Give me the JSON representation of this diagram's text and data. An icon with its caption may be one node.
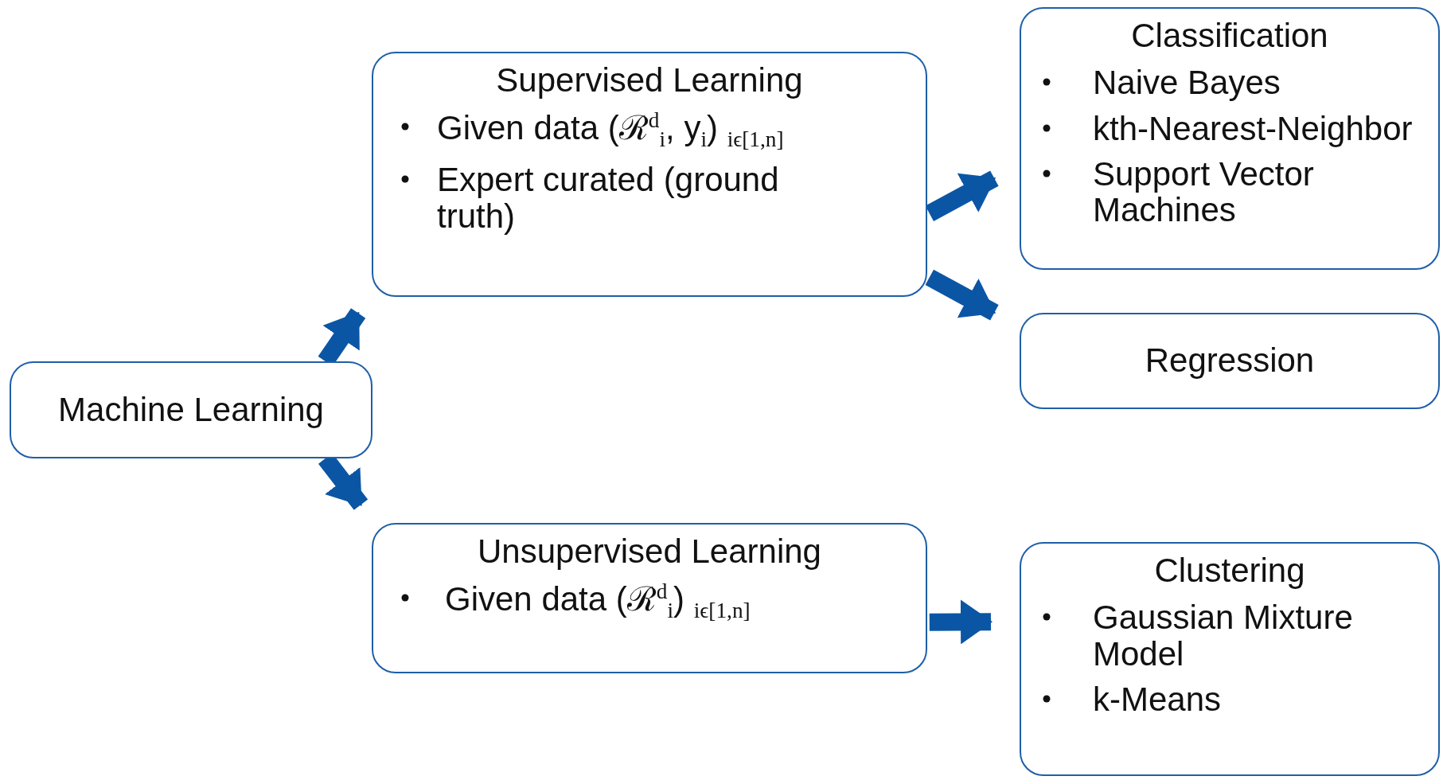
{
  "diagram": {
    "nodes": [
      {
        "text": [
          "Machine Learning"
        ]
      },
      {
        "text": [
          "Supervised Learning",
          "Given data (ℛ$^{d}$$_{i}$, y$_{i}$) $_{iϵ[1,n]}$",
          "Expert curated (ground truth)"
        ]
      },
      {
        "text": [
          "Classification",
          "Naive Bayes",
          "kth-Nearest-Neighbor",
          "Support Vector Machines"
        ]
      },
      {
        "text": [
          "Regression"
        ]
      },
      {
        "text": [
          "Unsupervised Learning",
          "Given data (ℛ$^{d}$$_{i}$) $_{iϵ[1,n]}$"
        ]
      },
      {
        "text": [
          "Clustering",
          "Gaussian Mixture Model",
          "k-Means"
        ]
      }
    ],
    "edges": [
      {
        "from": 0,
        "to": 1,
        "arrow": "to"
      },
      {
        "from": 0,
        "to": 4,
        "arrow": "to"
      },
      {
        "from": 1,
        "to": 2,
        "arrow": "to"
      },
      {
        "from": 1,
        "to": 3,
        "arrow": "to"
      },
      {
        "from": 4,
        "to": 5,
        "arrow": "to"
      }
    ]
  }
}
